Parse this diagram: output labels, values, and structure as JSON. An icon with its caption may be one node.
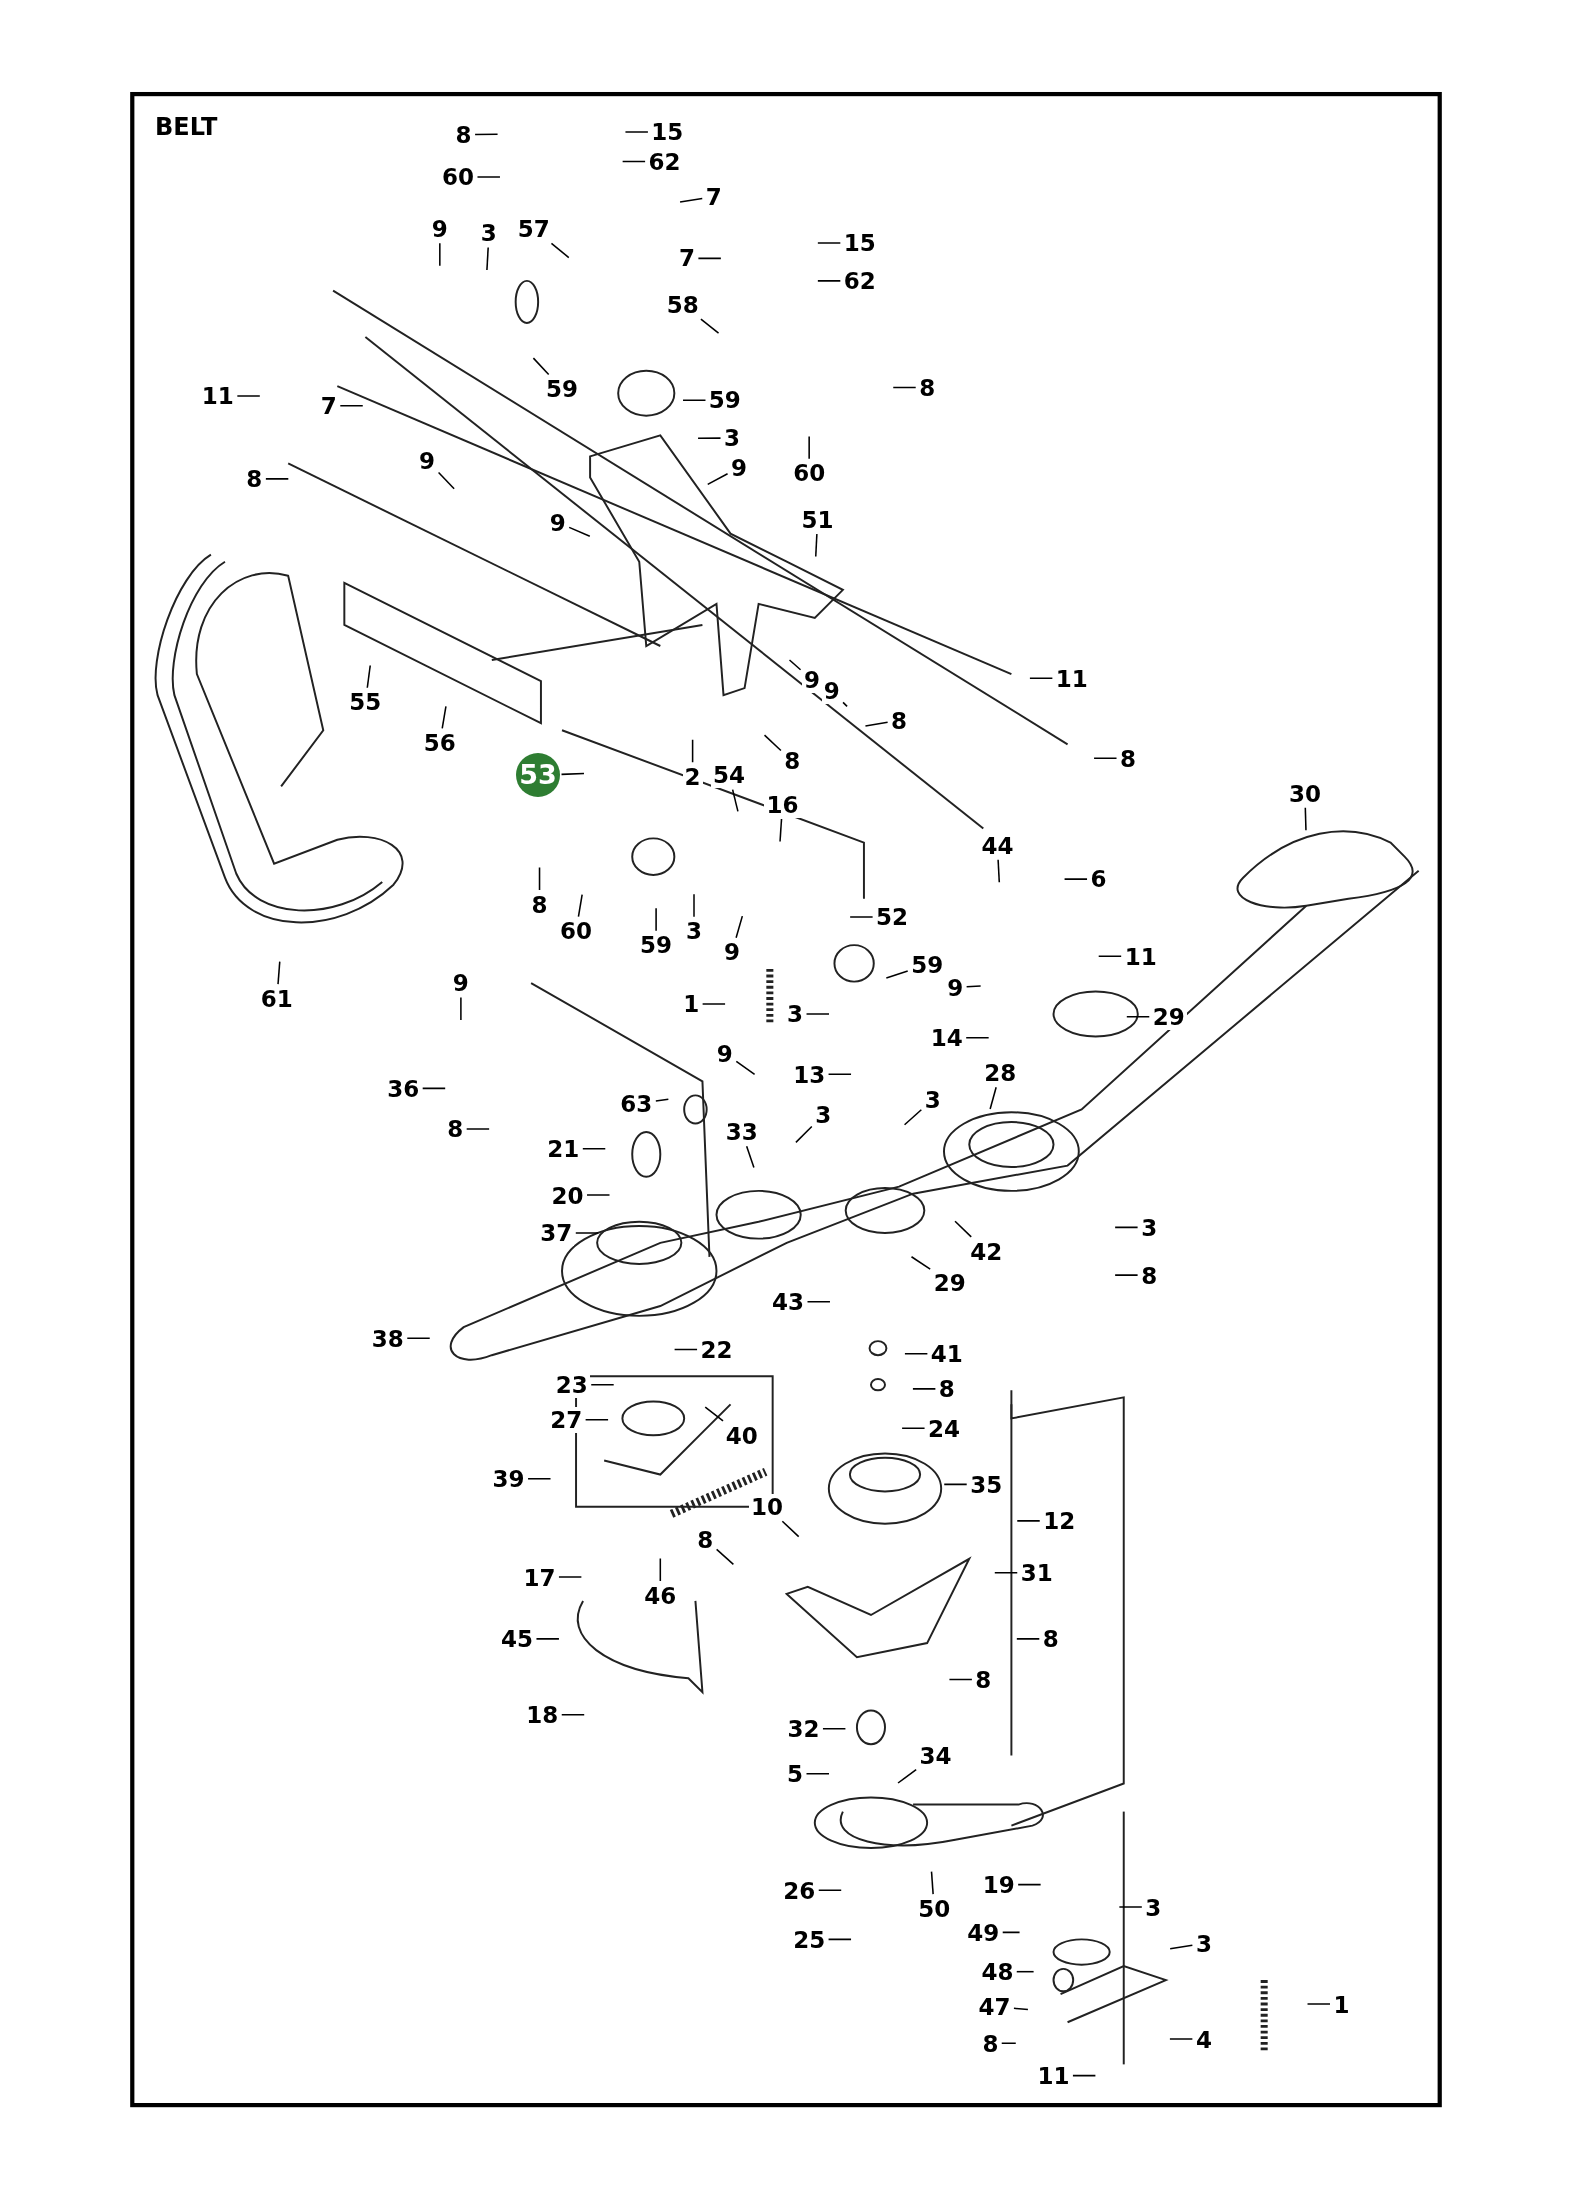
{
  "diagram": {
    "title": "BELT",
    "nodes": [
      {
        "text": [
          "8"
        ]
      },
      {
        "text": [
          "15"
        ]
      },
      {
        "text": [
          "60"
        ]
      },
      {
        "text": [
          "62"
        ]
      },
      {
        "text": [
          "7"
        ]
      },
      {
        "text": [
          "9"
        ]
      },
      {
        "text": [
          "3"
        ]
      },
      {
        "text": [
          "57"
        ]
      },
      {
        "text": [
          "15"
        ]
      },
      {
        "text": [
          "7"
        ]
      },
      {
        "text": [
          "62"
        ]
      },
      {
        "text": [
          "58"
        ]
      },
      {
        "text": [
          "59"
        ]
      },
      {
        "text": [
          "8"
        ]
      },
      {
        "text": [
          "11"
        ]
      },
      {
        "text": [
          "7"
        ]
      },
      {
        "text": [
          "59"
        ]
      },
      {
        "text": [
          "3"
        ]
      },
      {
        "text": [
          "60"
        ]
      },
      {
        "text": [
          "8"
        ]
      },
      {
        "text": [
          "9"
        ]
      },
      {
        "text": [
          "9"
        ]
      },
      {
        "text": [
          "9"
        ]
      },
      {
        "text": [
          "51"
        ]
      },
      {
        "text": [
          "11"
        ]
      },
      {
        "text": [
          "9"
        ]
      },
      {
        "text": [
          "9"
        ]
      },
      {
        "text": [
          "8"
        ]
      },
      {
        "text": [
          "55"
        ]
      },
      {
        "text": [
          "56"
        ]
      },
      {
        "text": [
          "2"
        ]
      },
      {
        "text": [
          "8"
        ]
      },
      {
        "text": [
          "8"
        ]
      },
      {
        "text": [
          "53"
        ]
      },
      {
        "text": [
          "54"
        ]
      },
      {
        "text": [
          "16"
        ]
      },
      {
        "text": [
          "30"
        ]
      },
      {
        "text": [
          "44"
        ]
      },
      {
        "text": [
          "6"
        ]
      },
      {
        "text": [
          "8"
        ]
      },
      {
        "text": [
          "60"
        ]
      },
      {
        "text": [
          "59"
        ]
      },
      {
        "text": [
          "3"
        ]
      },
      {
        "text": [
          "9"
        ]
      },
      {
        "text": [
          "52"
        ]
      },
      {
        "text": [
          "59"
        ]
      },
      {
        "text": [
          "61"
        ]
      },
      {
        "text": [
          "11"
        ]
      },
      {
        "text": [
          "1"
        ]
      },
      {
        "text": [
          "9"
        ]
      },
      {
        "text": [
          "3"
        ]
      },
      {
        "text": [
          "29"
        ]
      },
      {
        "text": [
          "14"
        ]
      },
      {
        "text": [
          "9"
        ]
      },
      {
        "text": [
          "36"
        ]
      },
      {
        "text": [
          "9"
        ]
      },
      {
        "text": [
          "13"
        ]
      },
      {
        "text": [
          "28"
        ]
      },
      {
        "text": [
          "63"
        ]
      },
      {
        "text": [
          "3"
        ]
      },
      {
        "text": [
          "3"
        ]
      },
      {
        "text": [
          "8"
        ]
      },
      {
        "text": [
          "33"
        ]
      },
      {
        "text": [
          "21"
        ]
      },
      {
        "text": [
          "20"
        ]
      },
      {
        "text": [
          "3"
        ]
      },
      {
        "text": [
          "37"
        ]
      },
      {
        "text": [
          "42"
        ]
      },
      {
        "text": [
          "29"
        ]
      },
      {
        "text": [
          "8"
        ]
      },
      {
        "text": [
          "43"
        ]
      },
      {
        "text": [
          "38"
        ]
      },
      {
        "text": [
          "22"
        ]
      },
      {
        "text": [
          "41"
        ]
      },
      {
        "text": [
          "8"
        ]
      },
      {
        "text": [
          "23"
        ]
      },
      {
        "text": [
          "27"
        ]
      },
      {
        "text": [
          "40"
        ]
      },
      {
        "text": [
          "24"
        ]
      },
      {
        "text": [
          "39"
        ]
      },
      {
        "text": [
          "35"
        ]
      },
      {
        "text": [
          "10"
        ]
      },
      {
        "text": [
          "12"
        ]
      },
      {
        "text": [
          "8"
        ]
      },
      {
        "text": [
          "31"
        ]
      },
      {
        "text": [
          "17"
        ]
      },
      {
        "text": [
          "46"
        ]
      },
      {
        "text": [
          "45"
        ]
      },
      {
        "text": [
          "8"
        ]
      },
      {
        "text": [
          "8"
        ]
      },
      {
        "text": [
          "18"
        ]
      },
      {
        "text": [
          "32"
        ]
      },
      {
        "text": [
          "34"
        ]
      },
      {
        "text": [
          "5"
        ]
      },
      {
        "text": [
          "26"
        ]
      },
      {
        "text": [
          "19"
        ]
      },
      {
        "text": [
          "50"
        ]
      },
      {
        "text": [
          "3"
        ]
      },
      {
        "text": [
          "49"
        ]
      },
      {
        "text": [
          "3"
        ]
      },
      {
        "text": [
          "25"
        ]
      },
      {
        "text": [
          "48"
        ]
      },
      {
        "text": [
          "47"
        ]
      },
      {
        "text": [
          "1"
        ]
      },
      {
        "text": [
          "8"
        ]
      },
      {
        "text": [
          "4"
        ]
      },
      {
        "text": [
          "11"
        ]
      }
    ],
    "edges": [
      {
        "from": 0,
        "to": null,
        "arrow": "none"
      },
      {
        "from": 1,
        "to": null,
        "arrow": "none"
      },
      {
        "from": 2,
        "to": null,
        "arrow": "none"
      },
      {
        "from": 3,
        "to": null,
        "arrow": "none"
      },
      {
        "from": 4,
        "to": null,
        "arrow": "none"
      },
      {
        "from": 5,
        "to": null,
        "arrow": "none"
      },
      {
        "from": 6,
        "to": null,
        "arrow": "none"
      },
      {
        "from": 7,
        "to": null,
        "arrow": "none"
      },
      {
        "from": 8,
        "to": null,
        "arrow": "none"
      },
      {
        "from": 9,
        "to": null,
        "arrow": "none"
      },
      {
        "from": 10,
        "to": null,
        "arrow": "none"
      },
      {
        "from": 11,
        "to": null,
        "arrow": "none"
      },
      {
        "from": 12,
        "to": null,
        "arrow": "none"
      },
      {
        "from": 13,
        "to": null,
        "arrow": "none"
      },
      {
        "from": 14,
        "to": null,
        "arrow": "none"
      },
      {
        "from": 15,
        "to": null,
        "arrow": "none"
      },
      {
        "from": 16,
        "to": null,
        "arrow": "none"
      },
      {
        "from": 17,
        "to": null,
        "arrow": "none"
      },
      {
        "from": 18,
        "to": null,
        "arrow": "none"
      },
      {
        "from": 19,
        "to": null,
        "arrow": "none"
      },
      {
        "from": 20,
        "to": null,
        "arrow": "none"
      },
      {
        "from": 21,
        "to": null,
        "arrow": "none"
      },
      {
        "from": 22,
        "to": null,
        "arrow": "none"
      },
      {
        "from": 23,
        "to": null,
        "arrow": "none"
      },
      {
        "from": 24,
        "to": null,
        "arrow": "none"
      },
      {
        "from": 25,
        "to": null,
        "arrow": "none"
      },
      {
        "from": 26,
        "to": null,
        "arrow": "none"
      },
      {
        "from": 27,
        "to": null,
        "arrow": "none"
      },
      {
        "from": 28,
        "to": null,
        "arrow": "none"
      },
      {
        "from": 29,
        "to": null,
        "arrow": "none"
      },
      {
        "from": 30,
        "to": null,
        "arrow": "none"
      },
      {
        "from": 31,
        "to": null,
        "arrow": "none"
      },
      {
        "from": 32,
        "to": null,
        "arrow": "none"
      },
      {
        "from": 33,
        "to": null,
        "arrow": "none"
      },
      {
        "from": 34,
        "to": null,
        "arrow": "none"
      },
      {
        "from": 35,
        "to": null,
        "arrow": "none"
      },
      {
        "from": 36,
        "to": null,
        "arrow": "none"
      },
      {
        "from": 37,
        "to": null,
        "arrow": "none"
      },
      {
        "from": 38,
        "to": null,
        "arrow": "none"
      },
      {
        "from": 39,
        "to": null,
        "arrow": "none"
      },
      {
        "from": 40,
        "to": null,
        "arrow": "none"
      },
      {
        "from": 41,
        "to": null,
        "arrow": "none"
      },
      {
        "from": 42,
        "to": null,
        "arrow": "none"
      },
      {
        "from": 43,
        "to": null,
        "arrow": "none"
      },
      {
        "from": 44,
        "to": null,
        "arrow": "none"
      },
      {
        "from": 45,
        "to": null,
        "arrow": "none"
      },
      {
        "from": 46,
        "to": null,
        "arrow": "none"
      },
      {
        "from": 47,
        "to": null,
        "arrow": "none"
      },
      {
        "from": 48,
        "to": null,
        "arrow": "none"
      },
      {
        "from": 49,
        "to": null,
        "arrow": "none"
      },
      {
        "from": 50,
        "to": null,
        "arrow": "none"
      },
      {
        "from": 51,
        "to": null,
        "arrow": "none"
      },
      {
        "from": 52,
        "to": null,
        "arrow": "none"
      },
      {
        "from": 53,
        "to": null,
        "arrow": "none"
      },
      {
        "from": 54,
        "to": null,
        "arrow": "none"
      },
      {
        "from": 55,
        "to": null,
        "arrow": "none"
      },
      {
        "from": 56,
        "to": null,
        "arrow": "none"
      },
      {
        "from": 57,
        "to": null,
        "arrow": "none"
      },
      {
        "from": 58,
        "to": null,
        "arrow": "none"
      },
      {
        "from": 59,
        "to": null,
        "arrow": "none"
      },
      {
        "from": 60,
        "to": null,
        "arrow": "none"
      },
      {
        "from": 61,
        "to": null,
        "arrow": "none"
      },
      {
        "from": 62,
        "to": null,
        "arrow": "none"
      },
      {
        "from": 63,
        "to": null,
        "arrow": "none"
      },
      {
        "from": 64,
        "to": null,
        "arrow": "none"
      },
      {
        "from": 65,
        "to": null,
        "arrow": "none"
      },
      {
        "from": 66,
        "to": null,
        "arrow": "none"
      },
      {
        "from": 67,
        "to": null,
        "arrow": "none"
      },
      {
        "from": 68,
        "to": null,
        "arrow": "none"
      },
      {
        "from": 69,
        "to": null,
        "arrow": "none"
      },
      {
        "from": 70,
        "to": null,
        "arrow": "none"
      },
      {
        "from": 71,
        "to": null,
        "arrow": "none"
      },
      {
        "from": 72,
        "to": null,
        "arrow": "none"
      },
      {
        "from": 73,
        "to": null,
        "arrow": "none"
      },
      {
        "from": 74,
        "to": null,
        "arrow": "none"
      },
      {
        "from": 75,
        "to": null,
        "arrow": "none"
      },
      {
        "from": 76,
        "to": null,
        "arrow": "none"
      },
      {
        "from": 77,
        "to": null,
        "arrow": "none"
      },
      {
        "from": 78,
        "to": null,
        "arrow": "none"
      },
      {
        "from": 79,
        "to": null,
        "arrow": "none"
      },
      {
        "from": 80,
        "to": null,
        "arrow": "none"
      },
      {
        "from": 81,
        "to": null,
        "arrow": "none"
      },
      {
        "from": 82,
        "to": null,
        "arrow": "none"
      },
      {
        "from": 83,
        "to": null,
        "arrow": "none"
      },
      {
        "from": 84,
        "to": null,
        "arrow": "none"
      },
      {
        "from": 85,
        "to": null,
        "arrow": "none"
      },
      {
        "from": 86,
        "to": null,
        "arrow": "none"
      },
      {
        "from": 87,
        "to": null,
        "arrow": "none"
      },
      {
        "from": 88,
        "to": null,
        "arrow": "none"
      },
      {
        "from": 89,
        "to": null,
        "arrow": "none"
      },
      {
        "from": 90,
        "to": null,
        "arrow": "none"
      },
      {
        "from": 91,
        "to": null,
        "arrow": "none"
      },
      {
        "from": 92,
        "to": null,
        "arrow": "none"
      },
      {
        "from": 93,
        "to": null,
        "arrow": "none"
      },
      {
        "from": 94,
        "to": null,
        "arrow": "none"
      },
      {
        "from": 95,
        "to": null,
        "arrow": "none"
      },
      {
        "from": 96,
        "to": null,
        "arrow": "none"
      },
      {
        "from": 97,
        "to": null,
        "arrow": "none"
      },
      {
        "from": 98,
        "to": null,
        "arrow": "none"
      },
      {
        "from": 99,
        "to": null,
        "arrow": "none"
      },
      {
        "from": 100,
        "to": null,
        "arrow": "none"
      },
      {
        "from": 101,
        "to": null,
        "arrow": "none"
      },
      {
        "from": 102,
        "to": null,
        "arrow": "none"
      },
      {
        "from": 103,
        "to": null,
        "arrow": "none"
      },
      {
        "from": 104,
        "to": null,
        "arrow": "none"
      },
      {
        "from": 105,
        "to": null,
        "arrow": "none"
      },
      {
        "from": 106,
        "to": null,
        "arrow": "none"
      }
    ]
  }
}
